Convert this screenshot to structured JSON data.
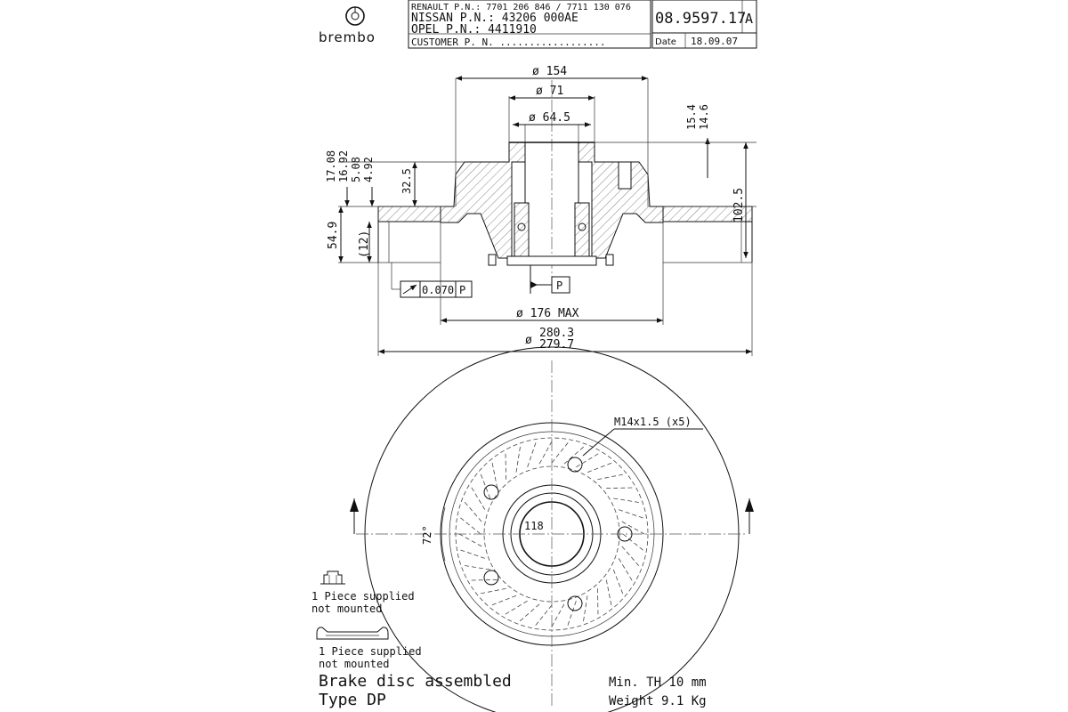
{
  "title_block": {
    "brand": "brembo",
    "renault_pn": "RENAULT P.N.: 7701 206 846 / 7711 130 076",
    "nissan_pn": "NISSAN P.N.: 43206 000AE",
    "opel_pn": "OPEL P.N.: 4411910",
    "customer_pn": "CUSTOMER P. N. ..................",
    "part_number": "08.9597.17",
    "revision": "A",
    "date_label": "Date",
    "date_value": "18.09.07"
  },
  "section_view": {
    "dim_d154": "ø 154",
    "dim_d71": "ø 71",
    "dim_d64_5": "ø 64.5",
    "dim_15_4": "15.4",
    "dim_14_6": "14.6",
    "dim_17_08": "17.08",
    "dim_16_92": "16.92",
    "dim_5_08": "5.08",
    "dim_4_92": "4.92",
    "dim_32_5": "32.5",
    "dim_102_5": "102.5",
    "dim_54_9": "54.9",
    "dim_12": "(12)",
    "runout_value": "0.070",
    "datum_ref": "P",
    "datum_label": "P",
    "dim_d176": "ø 176 MAX",
    "dim_d280_sym": "ø",
    "dim_280_3": "280.3",
    "dim_279_7": "279.7"
  },
  "front_view": {
    "thread_label": "M14x1.5 (x5)",
    "pcd_label": "118",
    "angle_label": "72°"
  },
  "notes": {
    "piece1_line1": "1 Piece supplied",
    "piece1_line2": "not mounted",
    "piece2_line1": "1 Piece supplied",
    "piece2_line2": "not mounted",
    "description_line1": "Brake disc assembled",
    "description_line2": "Type DP",
    "min_th": "Min. TH 10   mm",
    "weight": "Weight 9.1  Kg"
  }
}
